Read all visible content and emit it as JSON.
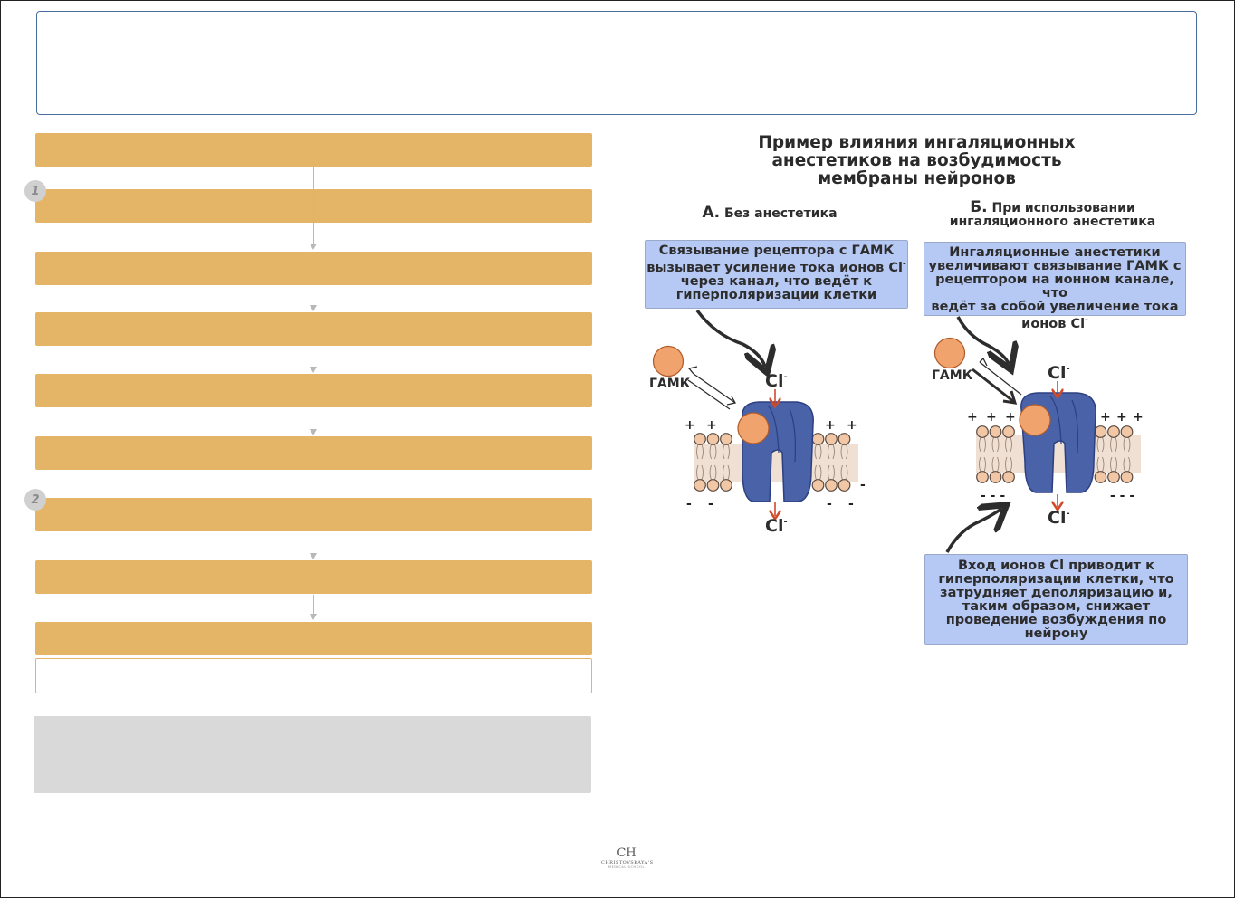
{
  "header": {
    "title_box_text": ""
  },
  "flow_steps": [
    {
      "label": ""
    },
    {
      "label": ""
    },
    {
      "label": ""
    },
    {
      "label": ""
    },
    {
      "label": ""
    },
    {
      "label": ""
    },
    {
      "label": ""
    },
    {
      "label": ""
    },
    {
      "label": ""
    },
    {
      "label": ""
    }
  ],
  "step_badges": [
    "1",
    "2"
  ],
  "note_box": {
    "text": ""
  },
  "figure": {
    "title_lines": [
      "Пример влияния ингаляционных",
      "анестетиков на возбудимость",
      "мембраны нейронов"
    ],
    "panel_a": {
      "letter": "А.",
      "title": "Без анестетика",
      "caption_lines": [
        "Связывание рецептора с ГАМК",
        "вызывает усиление тока ионов Cl",
        "через канал, что ведёт к",
        "гиперполяризации клетки"
      ],
      "caption_sup": "-",
      "gaba_label": "ГАМК",
      "ion_label": "Cl",
      "ion_sup": "-"
    },
    "panel_b": {
      "letter": "Б.",
      "title_lines": [
        "При использовании",
        "ингаляционного анестетика"
      ],
      "caption_lines": [
        "Ингаляционные анестетики",
        "увеличивают связывание ГАМК с",
        "рецептором на ионном канале, что",
        "ведёт за собой увеличение тока",
        "ионов Cl"
      ],
      "caption_sup": "-",
      "gaba_label": "ГАМК",
      "ion_label": "Cl",
      "ion_sup": "-",
      "result_lines": [
        "Вход ионов Cl приводит к",
        "гиперполяризации клетки, что",
        "затрудняет деполяризацию и,",
        "таким образом, снижает",
        "проведение возбуждения по",
        "нейрону"
      ]
    },
    "colors": {
      "step_fill": "#e4b467",
      "caption_fill": "#b6c8f4",
      "receptor": "#4a62a8",
      "gaba": "#f0a36c",
      "arrow_red": "#d04a2a"
    }
  },
  "logo": {
    "monogram": "CH",
    "line1": "CHRISTOVSKAYA'S",
    "line2": "MEDICAL SCHOOL"
  }
}
